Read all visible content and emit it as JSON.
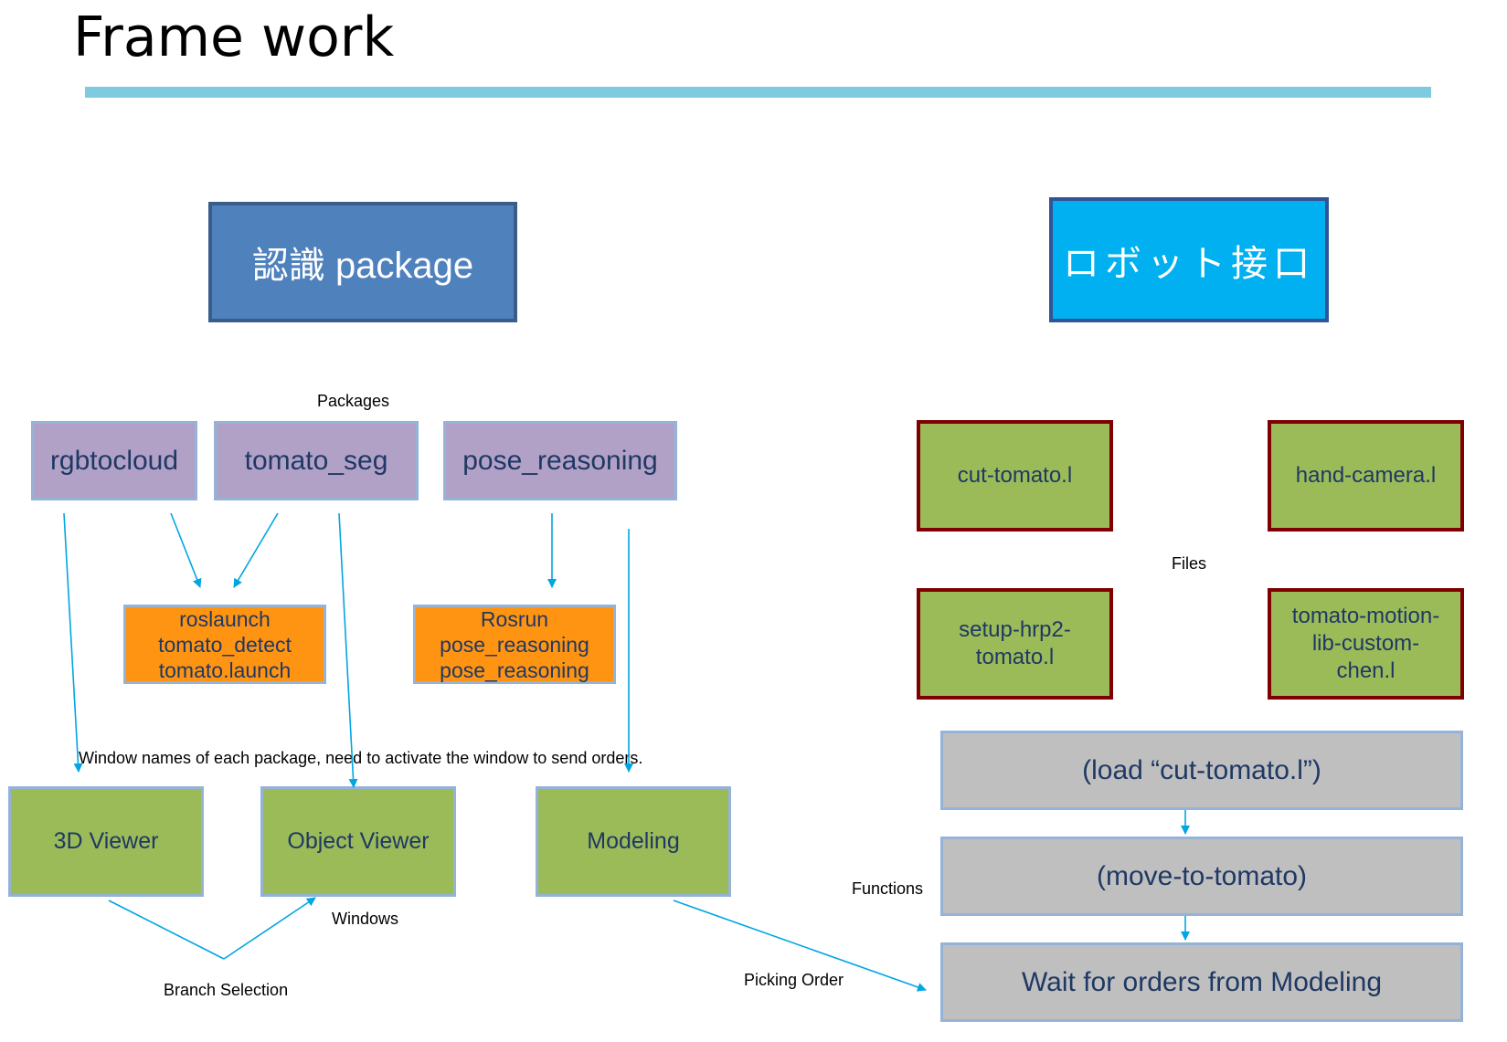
{
  "title": "Frame work",
  "headers": {
    "recognition": "認識 package",
    "robot": "ロボット接口"
  },
  "labels": {
    "packages": "Packages",
    "files": "Files",
    "window_note": "Window names of each package, need to activate the window to send orders.",
    "windows": "Windows",
    "functions": "Functions",
    "branch_selection": "Branch Selection",
    "picking_order": "Picking Order"
  },
  "packages": [
    "rgbtocloud",
    "tomato_seg",
    "pose_reasoning"
  ],
  "commands": {
    "roslaunch": "roslaunch\ntomato_detect\ntomato.launch",
    "rosrun": "Rosrun\npose_reasoning\npose_reasoning"
  },
  "windows": [
    "3D Viewer",
    "Object Viewer",
    "Modeling"
  ],
  "files": [
    "cut-tomato.l",
    "hand-camera.l",
    "setup-hrp2-\ntomato.l",
    "tomato-motion-\nlib-custom-\nchen.l"
  ],
  "functions": [
    "(load “cut-tomato.l”)",
    "(move-to-tomato)",
    "Wait for orders from Modeling"
  ],
  "colors": {
    "arrow": "#00a6e2",
    "title_rule": "#7ecbe0",
    "package_fill": "#b2a1c7",
    "command_fill": "#ff9412",
    "window_fill": "#9bbb59",
    "file_border": "#7f0000",
    "function_fill": "#bfbfbf",
    "text": "#1f3864"
  }
}
